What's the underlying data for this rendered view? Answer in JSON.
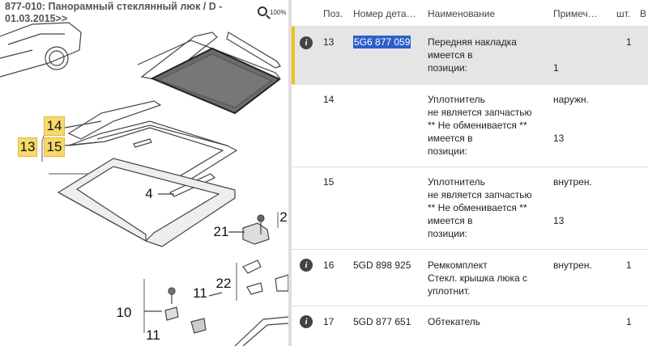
{
  "diagram": {
    "title": "877-010: Панорамный стеклянный люк / D - 01.03.2015>>",
    "zoom_label": "100%",
    "callouts": {
      "c14": "14",
      "c13": "13",
      "c15": "15",
      "c4": "4",
      "c21": "21",
      "c2": "2",
      "c11a": "11",
      "c22": "22",
      "c10": "10",
      "c11b": "11"
    }
  },
  "table": {
    "headers": {
      "pos": "Поз.",
      "partno": "Номер дета…",
      "name": "Наименование",
      "note": "Примеч…",
      "qty": "шт.",
      "extra": "В"
    },
    "rows": [
      {
        "pos": "13",
        "partno": "5G6 877 059",
        "name": "Передняя накладка\n                имеется в\nпозиции:",
        "note": "\n\n1",
        "qty": "1"
      },
      {
        "pos": "14",
        "partno": "",
        "name": "Уплотнитель\nне является запчастью\n** Не обменивается **\n                имеется в\nпозиции:",
        "note": "наружн.\n\n\n13",
        "qty": ""
      },
      {
        "pos": "15",
        "partno": "",
        "name": "Уплотнитель\nне является запчастью\n** Не обменивается **\n                имеется в\nпозиции:",
        "note": "внутрен.\n\n\n13",
        "qty": ""
      },
      {
        "pos": "16",
        "partno": "5GD 898 925",
        "name": "Ремкомплект\nСтекл. крышка люка с\nуплотнит.",
        "note": "внутрен.",
        "qty": "1"
      },
      {
        "pos": "17",
        "partno": "5GD 877 651",
        "name": "Обтекатель",
        "note": "",
        "qty": "1"
      }
    ]
  }
}
